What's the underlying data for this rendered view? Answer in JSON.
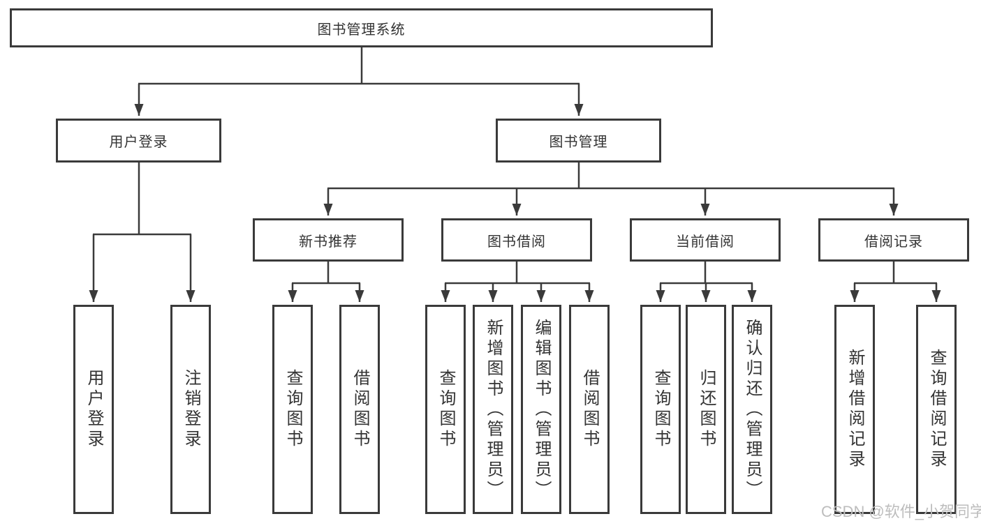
{
  "colors": {
    "line": "#3a3a3a",
    "text": "#333333",
    "watermark": "#bdbdbd",
    "background": "#ffffff"
  },
  "watermark": "CSDN @软件_小贺同学",
  "diagram": {
    "root": "图书管理系统",
    "level2": [
      {
        "label": "用户登录"
      },
      {
        "label": "图书管理"
      }
    ],
    "level3": [
      {
        "label": "新书推荐"
      },
      {
        "label": "图书借阅"
      },
      {
        "label": "当前借阅"
      },
      {
        "label": "借阅记录"
      }
    ],
    "leaves": [
      {
        "label": "用户登录"
      },
      {
        "label": "注销登录"
      },
      {
        "label": "查询图书"
      },
      {
        "label": "借阅图书"
      },
      {
        "label": "查询图书"
      },
      {
        "label": "新增图书（管理员）"
      },
      {
        "label": "编辑图书（管理员）"
      },
      {
        "label": "借阅图书"
      },
      {
        "label": "查询图书"
      },
      {
        "label": "归还图书"
      },
      {
        "label": "确认归还（管理员）"
      },
      {
        "label": "新增借阅记录"
      },
      {
        "label": "查询借阅记录"
      }
    ]
  }
}
